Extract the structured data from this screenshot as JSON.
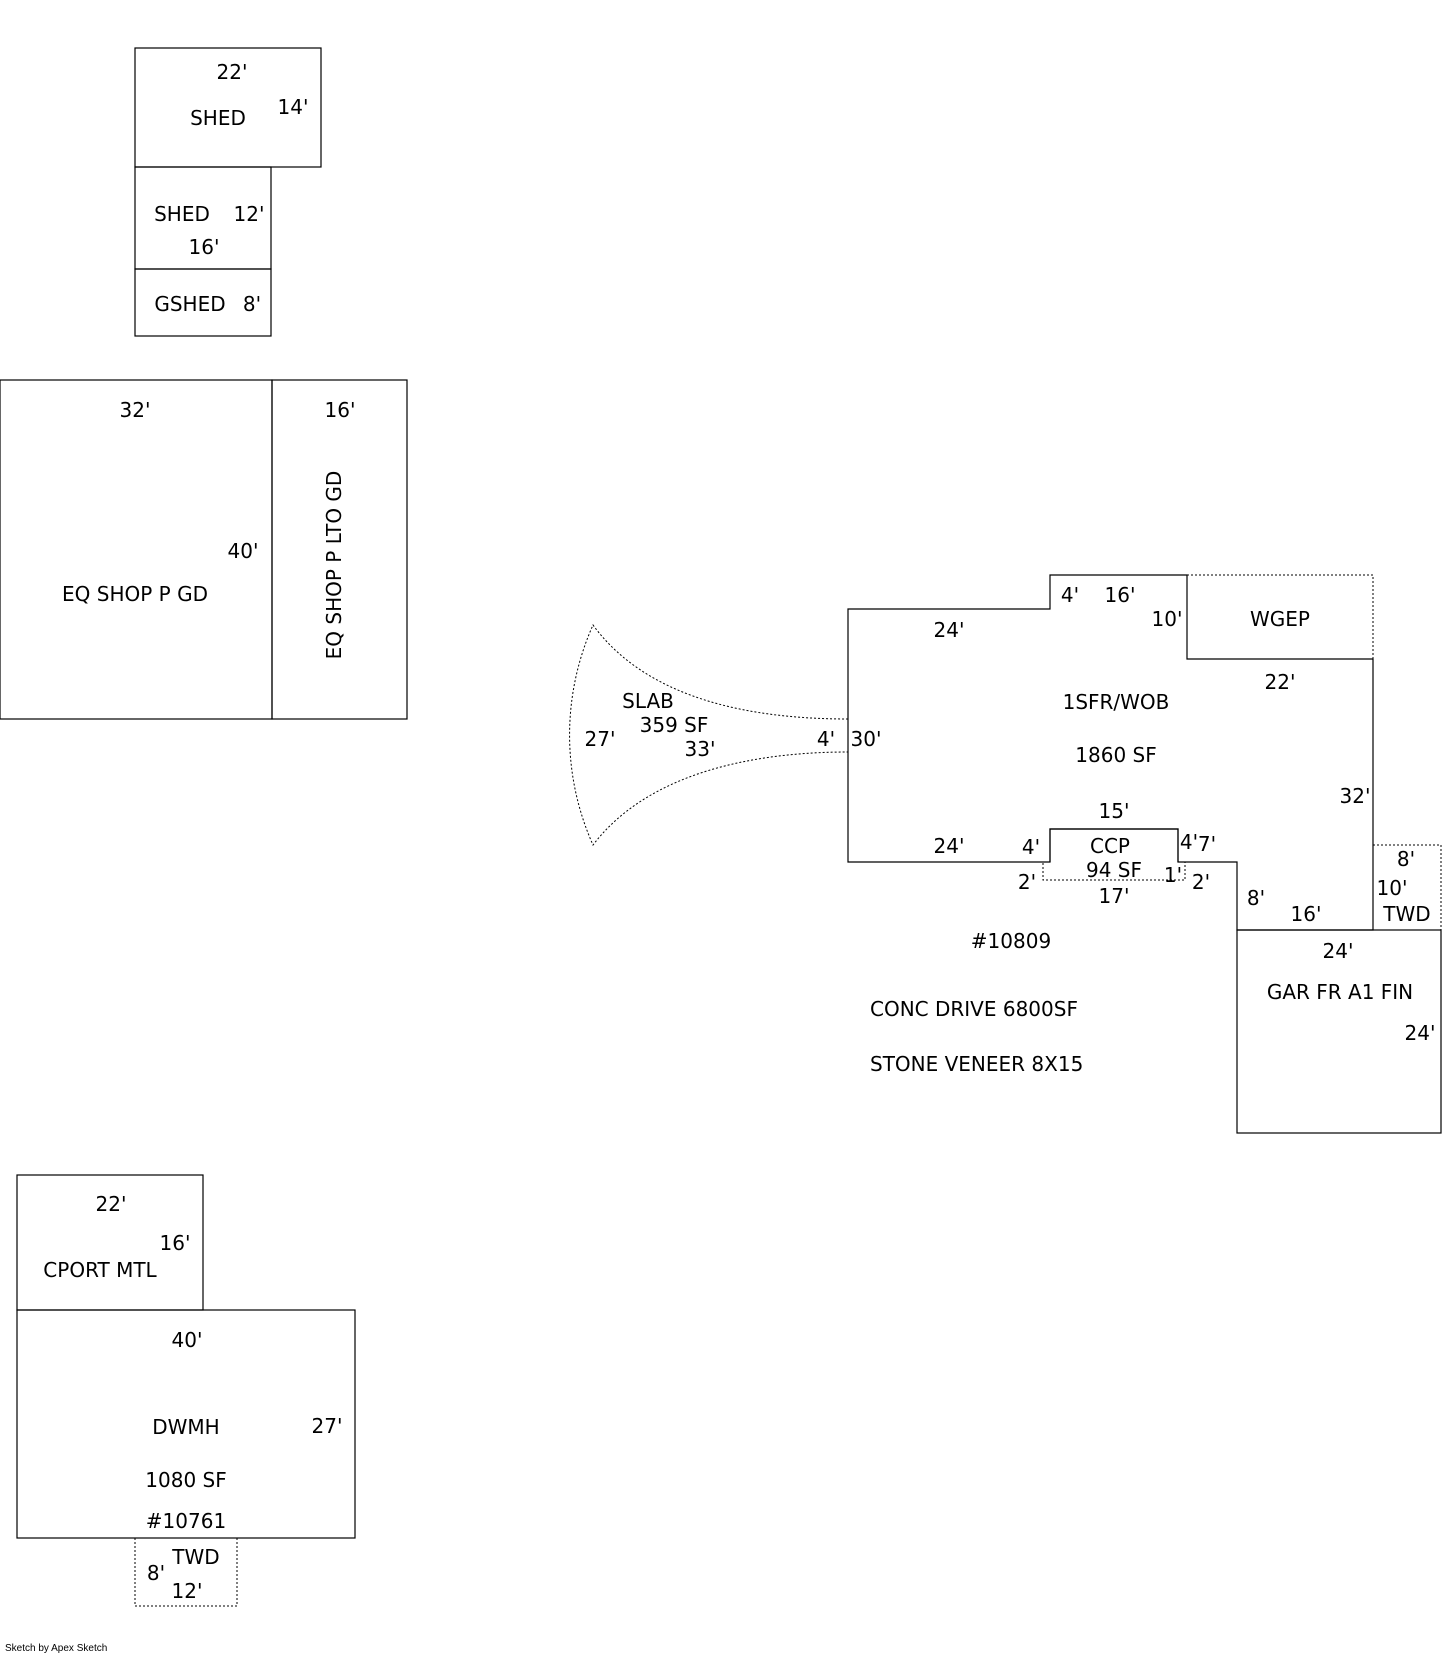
{
  "colors": {
    "line": "#000000",
    "background": "#ffffff"
  },
  "labels": {
    "shed1_name": "SHED",
    "shed1_w": "22'",
    "shed1_h": "14'",
    "shed2_name": "SHED",
    "shed2_h": "12'",
    "shed2_w": "16'",
    "gshed_name": "GSHED",
    "gshed_h": "8'",
    "shop_w": "32'",
    "shop_h": "40'",
    "shop_name": "EQ SHOP P GD",
    "lto_w": "16'",
    "lto_name": "EQ SHOP P LTO GD",
    "slab_name": "SLAB",
    "slab_area": "359 SF",
    "slab_left": "27'",
    "slab_len": "33'",
    "slab_right": "4'",
    "house_left": "30'",
    "house_top1": "24'",
    "house_step": "4'",
    "house_top2": "16'",
    "house_notch": "10'",
    "wgep_name": "WGEP",
    "wgep_w": "22'",
    "house_right": "32'",
    "house_name": "1SFR/WOB",
    "house_area": "1860 SF",
    "house_bottom": "24'",
    "ccp_left": "4'",
    "ccp_w": "15'",
    "ccp_right": "4'",
    "ccp_step": "7'",
    "ccp_name": "CCP",
    "ccp_area": "94 SF",
    "ccp_b_left": "2'",
    "ccp_b_w": "17'",
    "ccp_b_1": "1'",
    "ccp_b_right": "2'",
    "gar_step": "8'",
    "gar_top": "16'",
    "twd1_w": "8'",
    "twd1_h": "10'",
    "twd1_name": "TWD",
    "gar_w": "24'",
    "gar_name": "GAR FR A1 FIN",
    "gar_h": "24'",
    "record_no": "#10809",
    "drive": "CONC DRIVE 6800SF",
    "veneer": "STONE VENEER 8X15",
    "cport_w": "22'",
    "cport_h": "16'",
    "cport_name": "CPORT MTL",
    "dwmh_w": "40'",
    "dwmh_name": "DWMH",
    "dwmh_h": "27'",
    "dwmh_area": "1080 SF",
    "dwmh_no": "#10761",
    "twd2_name": "TWD",
    "twd2_h": "8'",
    "twd2_w": "12'",
    "credit": "Sketch by Apex Sketch"
  }
}
